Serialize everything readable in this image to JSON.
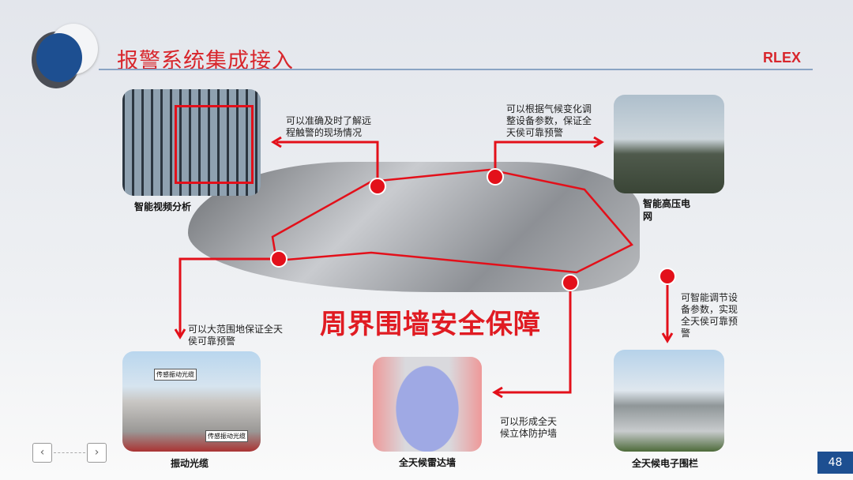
{
  "header": {
    "title": "报警系统集成接入",
    "brand": "RLEX"
  },
  "main_title": "周界围墙安全保障",
  "items": [
    {
      "caption": "智能视频分析",
      "note": "可以准确及时了解远程触警的现场情况"
    },
    {
      "caption": "智能高压电网",
      "note": "可以根据气候变化调整设备参数，保证全天侯可靠预警"
    },
    {
      "caption": "振动光缆",
      "note": "可以大范围地保证全天侯可靠预警",
      "tags": [
        "传感振动光缆",
        "传感振动光缆"
      ]
    },
    {
      "caption": "全天候雷达墙",
      "note": "可以形成全天候立体防护墙"
    },
    {
      "caption": "全天候电子围栏",
      "note": "可智能调节设备参数，实现全天侯可靠预警"
    }
  ],
  "nav": {
    "prev": "‹",
    "next": "›"
  },
  "page_number": "48",
  "colors": {
    "accent": "#e01b22",
    "brand_blue": "#1d4f91"
  }
}
